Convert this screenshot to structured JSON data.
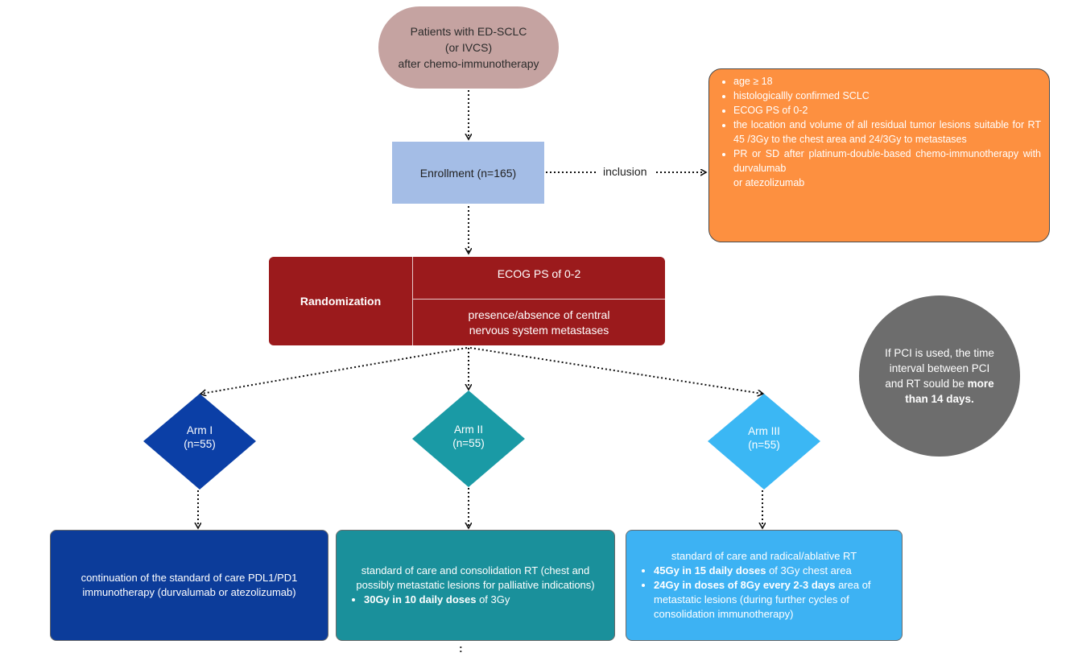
{
  "start": {
    "line1": "Patients with ED-SCLC",
    "line2": "(or IVCS)",
    "line3": "after chemo-immunotherapy"
  },
  "enrollment": {
    "label": "Enrollment (n=165)"
  },
  "inclusion_label": "inclusion",
  "criteria": {
    "items": [
      "age ≥ 18",
      "histologicallly confirmed SCLC",
      "ECOG PS of 0-2",
      "the location and volume of all residual tumor lesions suitable for RT 45 /3Gy to the chest area and 24/3Gy to metastases",
      "PR or SD after platinum-double-based chemo-immunotherapy with durvalumab"
    ],
    "tail": "or atezolizumab"
  },
  "randomization": {
    "label": "Randomization",
    "factor1": "ECOG PS of 0-2",
    "factor2_line1": "presence/absence of central",
    "factor2_line2": "nervous system metastases"
  },
  "pci_note": {
    "line1": "If PCI is  used, the time",
    "line2": "interval between PCI",
    "line3": "and RT sould be ",
    "bold1": "more",
    "bold2": "than 14 days."
  },
  "arms": [
    {
      "name": "Arm I",
      "n": "(n=55)",
      "color": "#0b3fa6"
    },
    {
      "name": "Arm II",
      "n": "(n=55)",
      "color": "#1a9aa5"
    },
    {
      "name": "Arm III",
      "n": "(n=55)",
      "color": "#3bb7f4"
    }
  ],
  "arm1_box": {
    "text": "continuation of the standard of care PDL1/PD1 immunotherapy (durvalumab or atezolizumab)"
  },
  "arm2_box": {
    "intro": "standard of care and consolidation RT (chest and possibly metastatic lesions for palliative indications)",
    "bullet_bold": "30Gy in 10 daily doses",
    "bullet_rest": " of 3Gy"
  },
  "arm3_box": {
    "intro": "standard of care and radical/ablative RT",
    "b1_bold": "45Gy in 15 daily doses",
    "b1_rest": " of 3Gy chest area",
    "b2_bold": "24Gy in doses of 8Gy every 2-3 days",
    "b2_rest": " area of metastatic lesions (during further cycles of consolidation immunotherapy)"
  },
  "trailing_mark": ":"
}
